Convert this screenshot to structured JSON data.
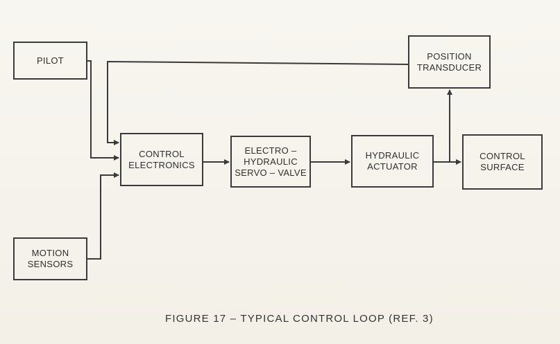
{
  "blocks": {
    "pilot": "PILOT",
    "motion_sensors": "MOTION\nSENSORS",
    "control_electronics": "CONTROL\nELECTRONICS",
    "servo_valve": "ELECTRO –\nHYDRAULIC\nSERVO – VALVE",
    "hydraulic_actuator": "HYDRAULIC\nACTUATOR",
    "control_surface": "CONTROL\nSURFACE",
    "position_transducer": "POSITION\nTRANSDUCER"
  },
  "caption": "FIGURE 17 – TYPICAL CONTROL LOOP (REF. 3)",
  "colors": {
    "ink": "#3a3a3a",
    "paper": "#f6f3ec"
  }
}
